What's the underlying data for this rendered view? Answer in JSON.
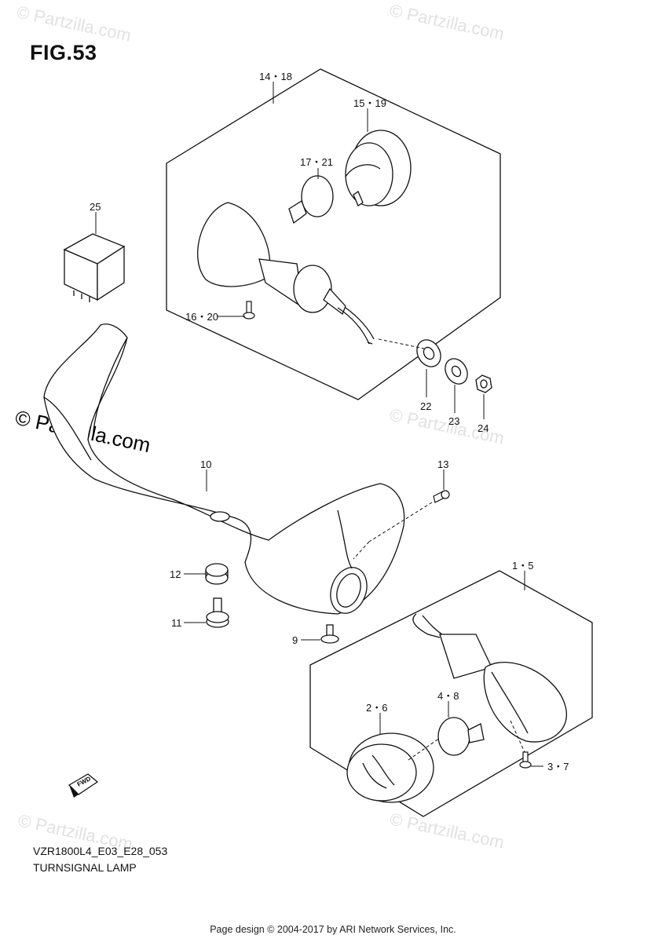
{
  "figure": {
    "title": "FIG.53",
    "code": "VZR1800L4_E03_E28_053",
    "caption": "TURNSIGNAL LAMP"
  },
  "footer": "Page design © 2004-2017 by ARI Network Services, Inc.",
  "watermark": {
    "text": "© Partzilla.com"
  },
  "callouts": {
    "p14_18": "14・18",
    "p15_19": "15・19",
    "p17_21": "17・21",
    "p25": "25",
    "p16_20": "16・20",
    "p22": "22",
    "p23": "23",
    "p24": "24",
    "p10": "10",
    "p13": "13",
    "p12": "12",
    "p11": "11",
    "p9": "9",
    "p1_5": "1・5",
    "p2_6": "2・6",
    "p4_8": "4・8",
    "p3_7": "3・7"
  },
  "fwd_label": "FWD"
}
